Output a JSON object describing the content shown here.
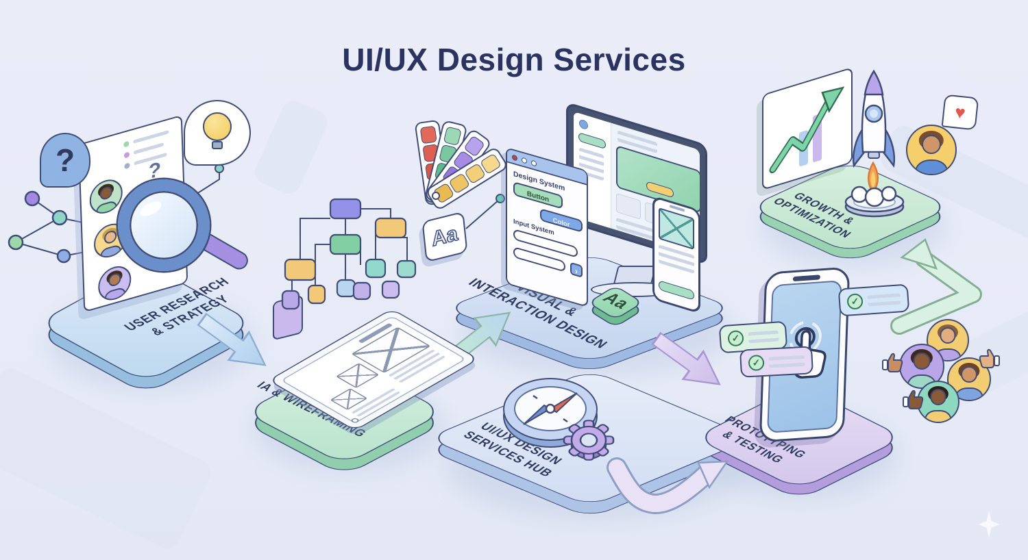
{
  "title": "UI/UX Design Services",
  "colors": {
    "background": "#e9edf8",
    "title_text": "#2b3460",
    "outline": "#3f4c78",
    "platform_blue": "#cfe0f4",
    "platform_green": "#c6e8d4",
    "platform_purple": "#ddd2f0",
    "accent_green": "#7fcba4",
    "accent_yellow": "#f2cc76",
    "accent_red": "#e2695a",
    "accent_purple": "#a78ce6",
    "accent_blue": "#7fa8e0"
  },
  "platforms": [
    {
      "id": "user-research",
      "line1": "USER RESEARCH",
      "line2": "& STRATEGY"
    },
    {
      "id": "ia-wireframing",
      "line1": "IA & WIREFRAMING",
      "line2": ""
    },
    {
      "id": "visual-interaction",
      "line1": "VISUAL &",
      "line2": "INTERACTION DESIGN"
    },
    {
      "id": "services-hub",
      "line1": "UI/UX DESIGN",
      "line2": "SERVICES HUB"
    },
    {
      "id": "prototyping-testing",
      "line1": "PROTOTYPING",
      "line2": "& TESTING"
    },
    {
      "id": "growth-optimization",
      "line1": "GROWTH &",
      "line2": "OPTIMIZATION"
    }
  ],
  "design_system_window": {
    "title": "Design System",
    "primary_button": "Button",
    "secondary_button": "Color",
    "section_label": "Input System",
    "next_icon": "›"
  },
  "glyphs": {
    "typography_sample": "Aa",
    "question_mark": "?",
    "checkmark": "✓",
    "heart": "♥"
  }
}
